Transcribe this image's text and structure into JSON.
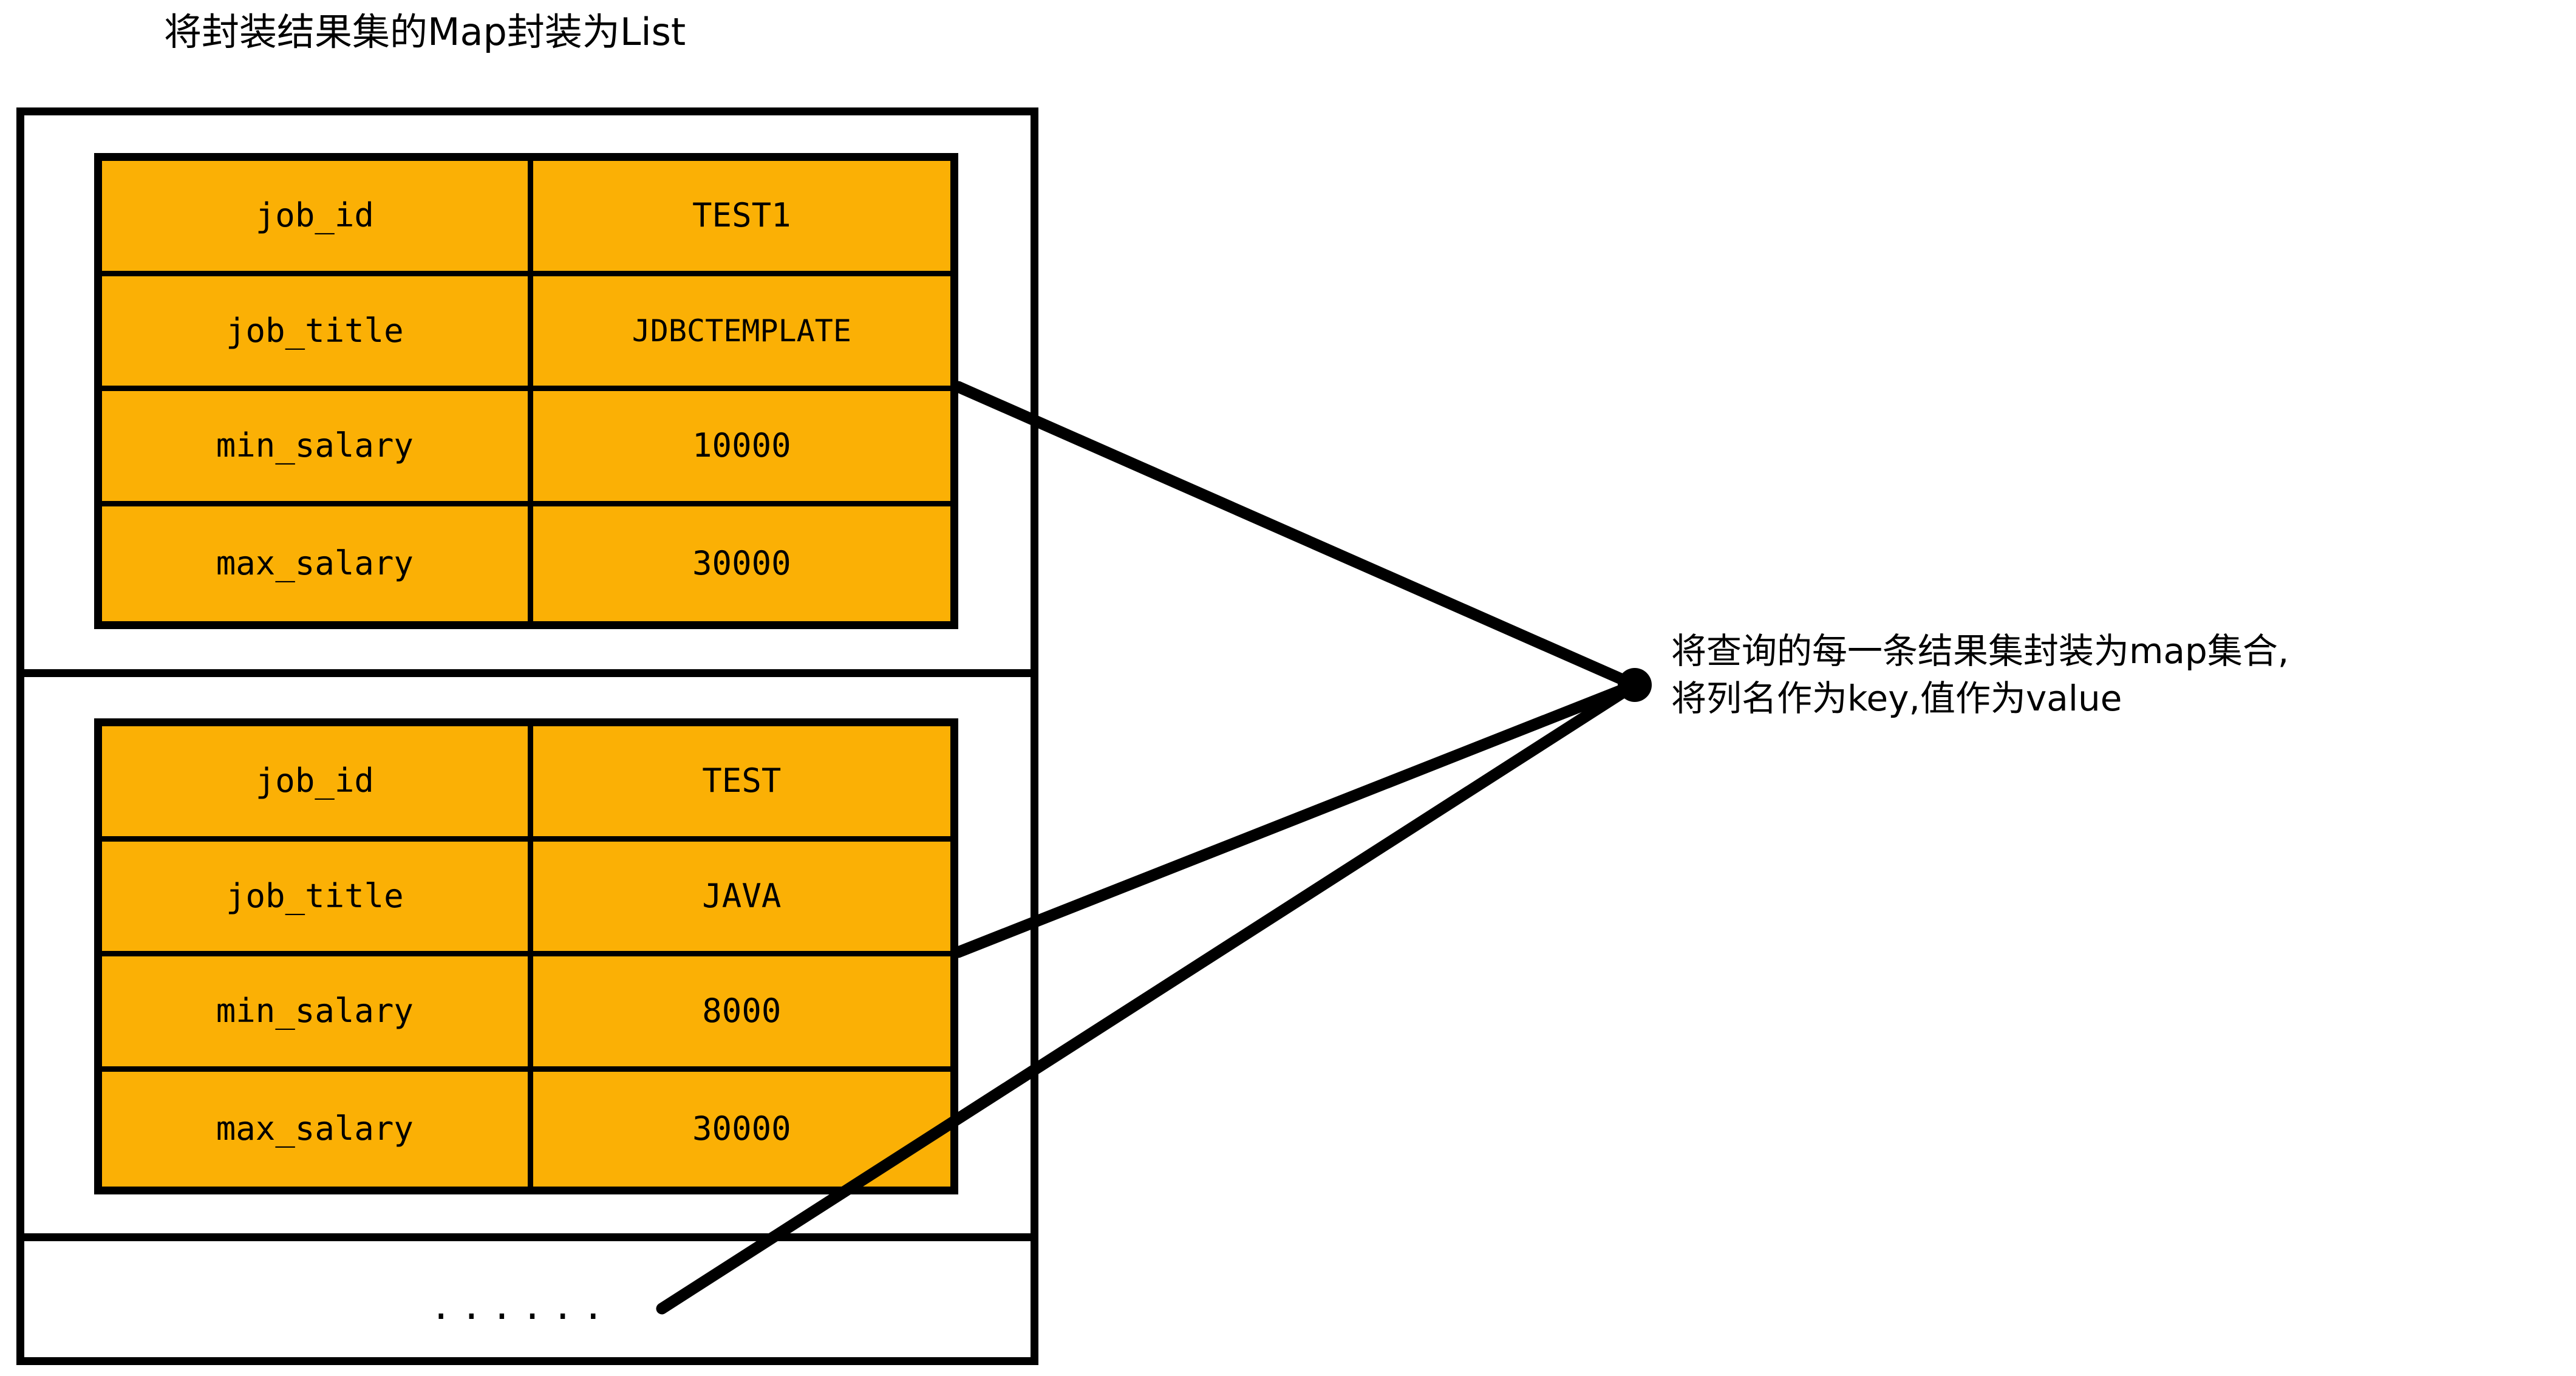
{
  "title": "将封装结果集的Map封装为List",
  "colors": {
    "cell_fill": "#FBB005",
    "stroke": "#000000",
    "background": "#FFFFFF"
  },
  "list_container": {
    "name": "List",
    "entries": [
      {
        "label": "map-entry-1",
        "rows": [
          {
            "key": "job_id",
            "value": "TEST1"
          },
          {
            "key": "job_title",
            "value": "JDBCTEMPLATE"
          },
          {
            "key": "min_salary",
            "value": "10000"
          },
          {
            "key": "max_salary",
            "value": "30000"
          }
        ]
      },
      {
        "label": "map-entry-2",
        "rows": [
          {
            "key": "job_id",
            "value": "TEST"
          },
          {
            "key": "job_title",
            "value": "JAVA"
          },
          {
            "key": "min_salary",
            "value": "8000"
          },
          {
            "key": "max_salary",
            "value": "30000"
          }
        ]
      }
    ],
    "more_indicator": "......"
  },
  "annotation": {
    "line1": "将查询的每一条结果集封装为map集合,",
    "line2": "将列名作为key,值作为value"
  },
  "connector": {
    "hub_label": "map-hub-node",
    "sources": 3
  }
}
